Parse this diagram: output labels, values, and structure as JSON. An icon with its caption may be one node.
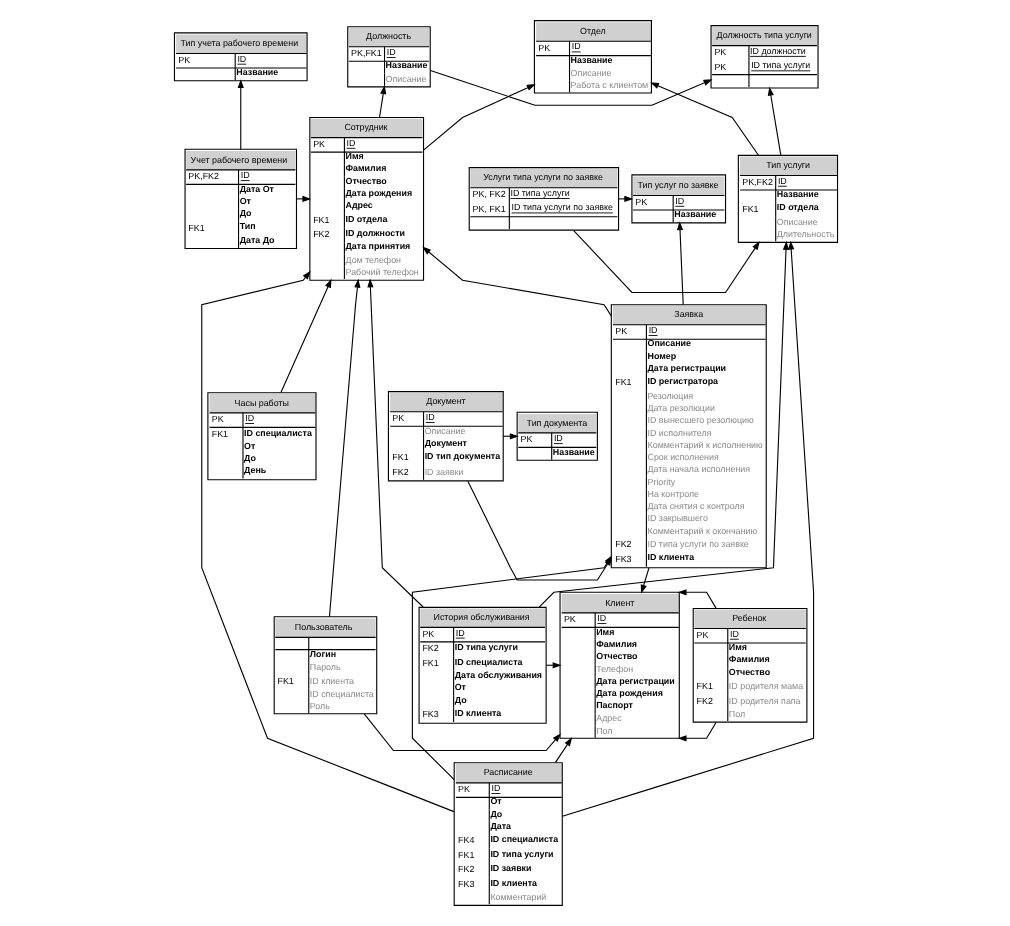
{
  "diagram": {
    "nodes": [
      {
        "text": [
          "Тип учета рабочего времени",
          "PK",
          "ID",
          "Название"
        ]
      },
      {
        "text": [
          "Отдел",
          "PK",
          "ID",
          "Название",
          "Описание",
          "Работа с клиентом"
        ]
      },
      {
        "text": [
          "Должность",
          "PK,FK1",
          "ID",
          "Название",
          "Описание"
        ]
      },
      {
        "text": [
          "Должность типа услуги",
          "PK",
          "ID должности",
          "PK",
          "ID типа услуги"
        ]
      },
      {
        "text": [
          "Учет рабочего времени",
          "PK,FK2",
          "ID",
          "Дата От",
          "От",
          "До",
          "FK1",
          "Тип",
          "Дата До"
        ]
      },
      {
        "text": [
          "Тип услуги",
          "PK,FK2",
          "ID",
          "Название",
          "FK1",
          "ID отдела",
          "Описание",
          "Длительность"
        ]
      },
      {
        "text": [
          "Услуги типа услуги по заявке",
          "PK, FK2",
          "ID типа услуги",
          "PK, FK1",
          "ID типа услуги по заявке"
        ]
      },
      {
        "text": [
          "Сотрудник",
          "PK",
          "ID",
          "Имя",
          "Фамилия",
          "Отчество",
          "Дата рождения",
          "Адрес",
          "FK1",
          "ID отдела",
          "FK2",
          "ID должности",
          "Дата принятия",
          "Дом телефон",
          "Рабочий телефон"
        ]
      },
      {
        "text": [
          "Тип услуг по заявке",
          "PK",
          "ID",
          "Название"
        ]
      },
      {
        "text": [
          "Часы работы",
          "PK",
          "ID",
          "FK1",
          "ID специалиста",
          "От",
          "До",
          "День"
        ]
      },
      {
        "text": [
          "Заявка",
          "PK",
          "ID",
          "Описание",
          "Номер",
          "Дата регистрации",
          "FK1",
          "ID регистратора",
          "Резолюция",
          "Дата резолюции",
          "ID вынесшего резолюцию",
          "ID исполнителя",
          "Комментарий к исполнению",
          "Срок исполнения",
          "Дата начала исполнения",
          "Priority",
          "На контроле",
          "Дата снятия с контроля",
          "ID закрывшего",
          "Комментарий к окончанию",
          "FK2",
          "ID типа услуги по заявке",
          "FK3",
          "ID клиента"
        ]
      },
      {
        "text": [
          "Документ",
          "PK",
          "ID",
          "Описание",
          "Документ",
          "FK1",
          "ID тип документа",
          "FK2",
          "ID заявки"
        ]
      },
      {
        "text": [
          "Тип документа",
          "PK",
          "ID",
          "Название"
        ]
      },
      {
        "text": [
          "Пользователь",
          "Логин",
          "Пароль",
          "FK1",
          "ID клиента",
          "ID специалиста",
          "Роль"
        ]
      },
      {
        "text": [
          "История обслуживания",
          "PK",
          "ID",
          "FK2",
          "ID типа услуги",
          "FK1",
          "ID специалиста",
          "Дата обслуживания",
          "От",
          "До",
          "FK3",
          "ID клиента"
        ]
      },
      {
        "text": [
          "Клиент",
          "PK",
          "ID",
          "Имя",
          "Фамилия",
          "Отчество",
          "Телефон",
          "Дата регистрации",
          "Дата рождения",
          "Паспорт",
          "Адрес",
          "Пол"
        ]
      },
      {
        "text": [
          "Ребенок",
          "PK",
          "ID",
          "Имя",
          "Фамилия",
          "Отчество",
          "FK1",
          "ID родителя мама",
          "FK2",
          "ID родителя папа",
          "Пол"
        ]
      },
      {
        "text": [
          "Расписание",
          "PK",
          "ID",
          "От",
          "До",
          "Дата",
          "FK4",
          "ID специалиста",
          "FK1",
          "ID типа услуги",
          "FK2",
          "ID заявки",
          "FK3",
          "ID клиента",
          "Комментарий"
        ]
      }
    ],
    "edges": [
      {
        "from": 4,
        "to": 0,
        "arrow": "to"
      },
      {
        "from": 7,
        "to": 1,
        "arrow": "to"
      },
      {
        "from": 5,
        "to": 1,
        "arrow": "to"
      },
      {
        "from": 2,
        "to": 3,
        "arrow": "to"
      },
      {
        "from": 5,
        "to": 3,
        "arrow": "to"
      },
      {
        "from": 7,
        "to": 2,
        "arrow": "to"
      },
      {
        "from": 4,
        "to": 7,
        "arrow": "to"
      },
      {
        "from": 6,
        "to": 5,
        "arrow": "to"
      },
      {
        "from": 6,
        "to": 8,
        "arrow": "to"
      },
      {
        "from": 10,
        "to": 8,
        "arrow": "to"
      },
      {
        "from": 9,
        "to": 7,
        "arrow": "to"
      },
      {
        "from": 13,
        "to": 7,
        "arrow": "to"
      },
      {
        "from": 10,
        "to": 7,
        "arrow": "to"
      },
      {
        "from": 14,
        "to": 7,
        "arrow": "to"
      },
      {
        "from": 17,
        "to": 7,
        "arrow": "to"
      },
      {
        "from": 14,
        "to": 5,
        "arrow": "to"
      },
      {
        "from": 17,
        "to": 5,
        "arrow": "to"
      },
      {
        "from": 11,
        "to": 10,
        "arrow": "to"
      },
      {
        "from": 11,
        "to": 12,
        "arrow": "to"
      },
      {
        "from": 10,
        "to": 15,
        "arrow": "to"
      },
      {
        "from": 13,
        "to": 15,
        "arrow": "to"
      },
      {
        "from": 14,
        "to": 15,
        "arrow": "to"
      },
      {
        "from": 17,
        "to": 15,
        "arrow": "to"
      },
      {
        "from": 16,
        "to": 15,
        "arrow": "to"
      },
      {
        "from": 16,
        "to": 15,
        "arrow": "to"
      },
      {
        "from": 17,
        "to": 10,
        "arrow": "to"
      }
    ]
  }
}
